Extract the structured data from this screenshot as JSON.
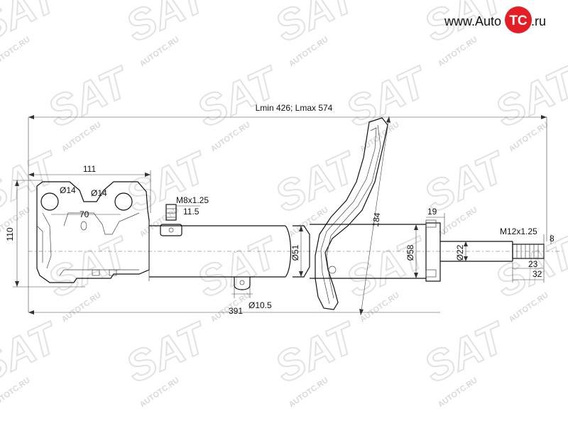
{
  "brand": {
    "prefix": "www.Auto",
    "badge": "TC",
    "suffix": ".ru",
    "badge_color": "#e31e24"
  },
  "watermark": {
    "text": "AUTOTC.RU",
    "logo": "SAT"
  },
  "dimensions": {
    "length_range": "Lmin 426; Lmax 574",
    "mount_width": "111",
    "mount_height": "110",
    "hole_1": "Ø14",
    "hole_2": "Ø14",
    "hole_spacing": "70",
    "stud_thread": "M8x1.25",
    "stud_length": "11.5",
    "bracket_offset": "391",
    "bracket_hole": "Ø10.5",
    "tube_diameter": "Ø51",
    "spring_seat_height": "184",
    "body_diameter": "Ø58",
    "cap_width": "19",
    "rod_diameter": "Ø22",
    "top_thread": "M12x1.25",
    "top_flat": "8",
    "thread_length": "23",
    "rod_length": "32"
  }
}
